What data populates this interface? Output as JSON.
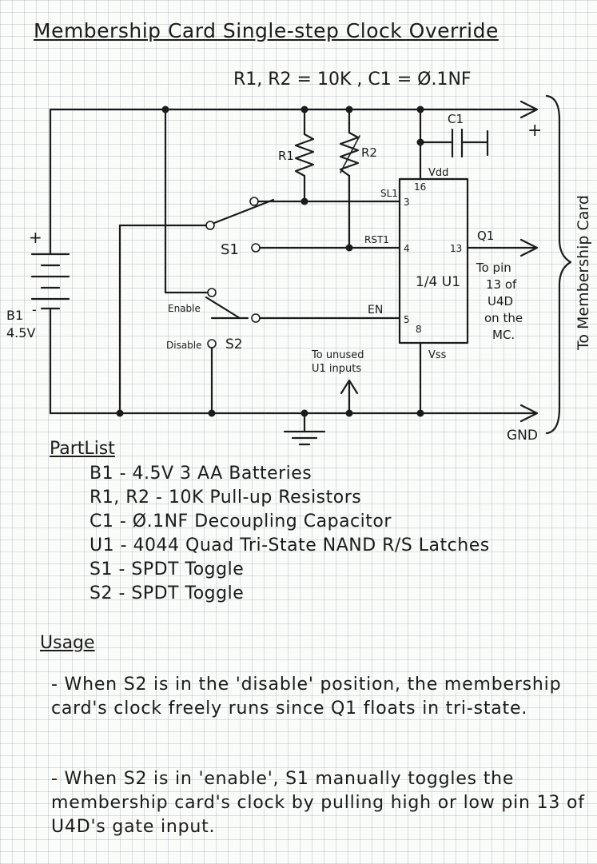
{
  "title": "Membership Card Single-step Clock Override",
  "values_note": "R1, R2 = 10K ,  C1 = Ø.1NF",
  "schematic": {
    "battery": {
      "name": "B1",
      "voltage": "4.5V",
      "plus": "+",
      "minus": "-"
    },
    "r1": "R1",
    "r2": "R2",
    "c1": "C1",
    "vdd": "Vdd",
    "vss": "Vss",
    "chip": "1/4 U1",
    "pin_sl1": "SL1",
    "pin_rst1": "RST1",
    "pin_en": "EN",
    "pin_q1": "Q1",
    "pin3": "3",
    "pin4": "4",
    "pin5": "5",
    "pin8": "8",
    "pin13": "13",
    "pin16": "16",
    "s1": "S1",
    "s2": "S2",
    "enable": "Enable",
    "disable": "Disable",
    "plus_rail": "+",
    "gnd": "GND",
    "to_membership_card": "To Membership Card",
    "q1_note": [
      "To pin",
      "13 of",
      "U4D",
      "on the",
      "MC."
    ],
    "unused_note": [
      "To unused",
      "U1 inputs"
    ]
  },
  "parts_heading": "PartList",
  "parts": [
    "B1  - 4.5V  3 AA Batteries",
    "R1, R2  - 10K Pull-up Resistors",
    "C1  - Ø.1NF Decoupling Capacitor",
    "U1  - 4044 Quad Tri-State NAND R/S Latches",
    "S1  - SPDT Toggle",
    "S2  - SPDT Toggle"
  ],
  "usage_heading": "Usage",
  "usage": [
    "- When S2 is in the 'disable' position, the membership card's clock freely runs since Q1 floats in tri-state.",
    "- When S2 is in 'enable', S1 manually toggles the membership card's clock by pulling high or low pin 13 of U4D's gate input."
  ]
}
